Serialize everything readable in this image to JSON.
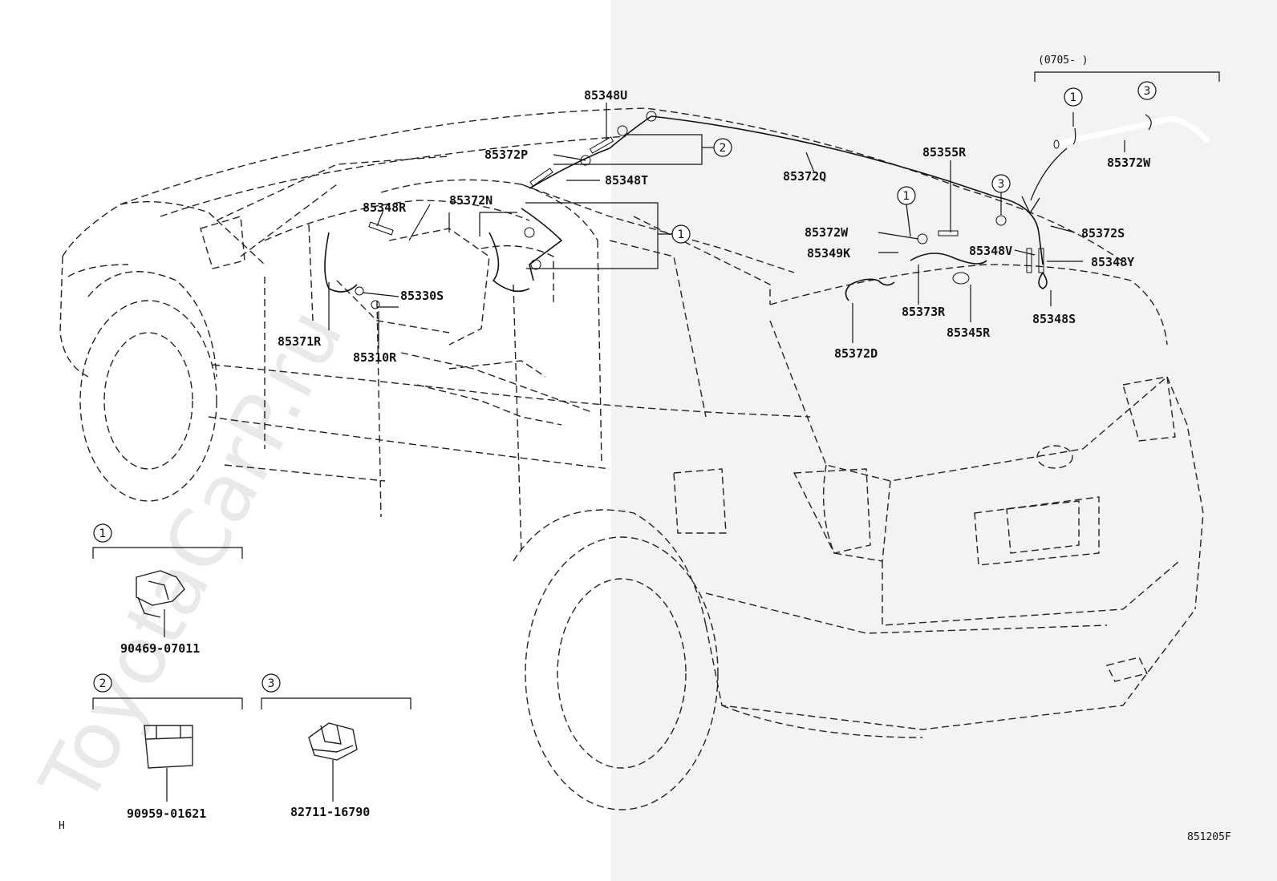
{
  "diagram": {
    "header_range": "(0705-        )",
    "footer_left": "H",
    "figure_code": "851205F",
    "watermark": "ToyotaCarP.ru",
    "callouts": {
      "c1": "1",
      "c2": "2",
      "c3": "3"
    },
    "parts": {
      "p85348U": "85348U",
      "p85372P": "85372P",
      "p85348T": "85348T",
      "p85348R": "85348R",
      "p85372N": "85372N",
      "p85330S": "85330S",
      "p85371R": "85371R",
      "p85310R": "85310R",
      "p85372Q": "85372Q",
      "p85355R": "85355R",
      "p85372W_a": "85372W",
      "p85349K": "85349K",
      "p85348V": "85348V",
      "p85372S": "85372S",
      "p85348Y": "85348Y",
      "p85373R": "85373R",
      "p85345R": "85345R",
      "p85348S": "85348S",
      "p85372D": "85372D",
      "p85372W_b": "85372W",
      "p90469": "90469-07011",
      "p90959": "90959-01621",
      "p82711": "82711-16790"
    }
  }
}
